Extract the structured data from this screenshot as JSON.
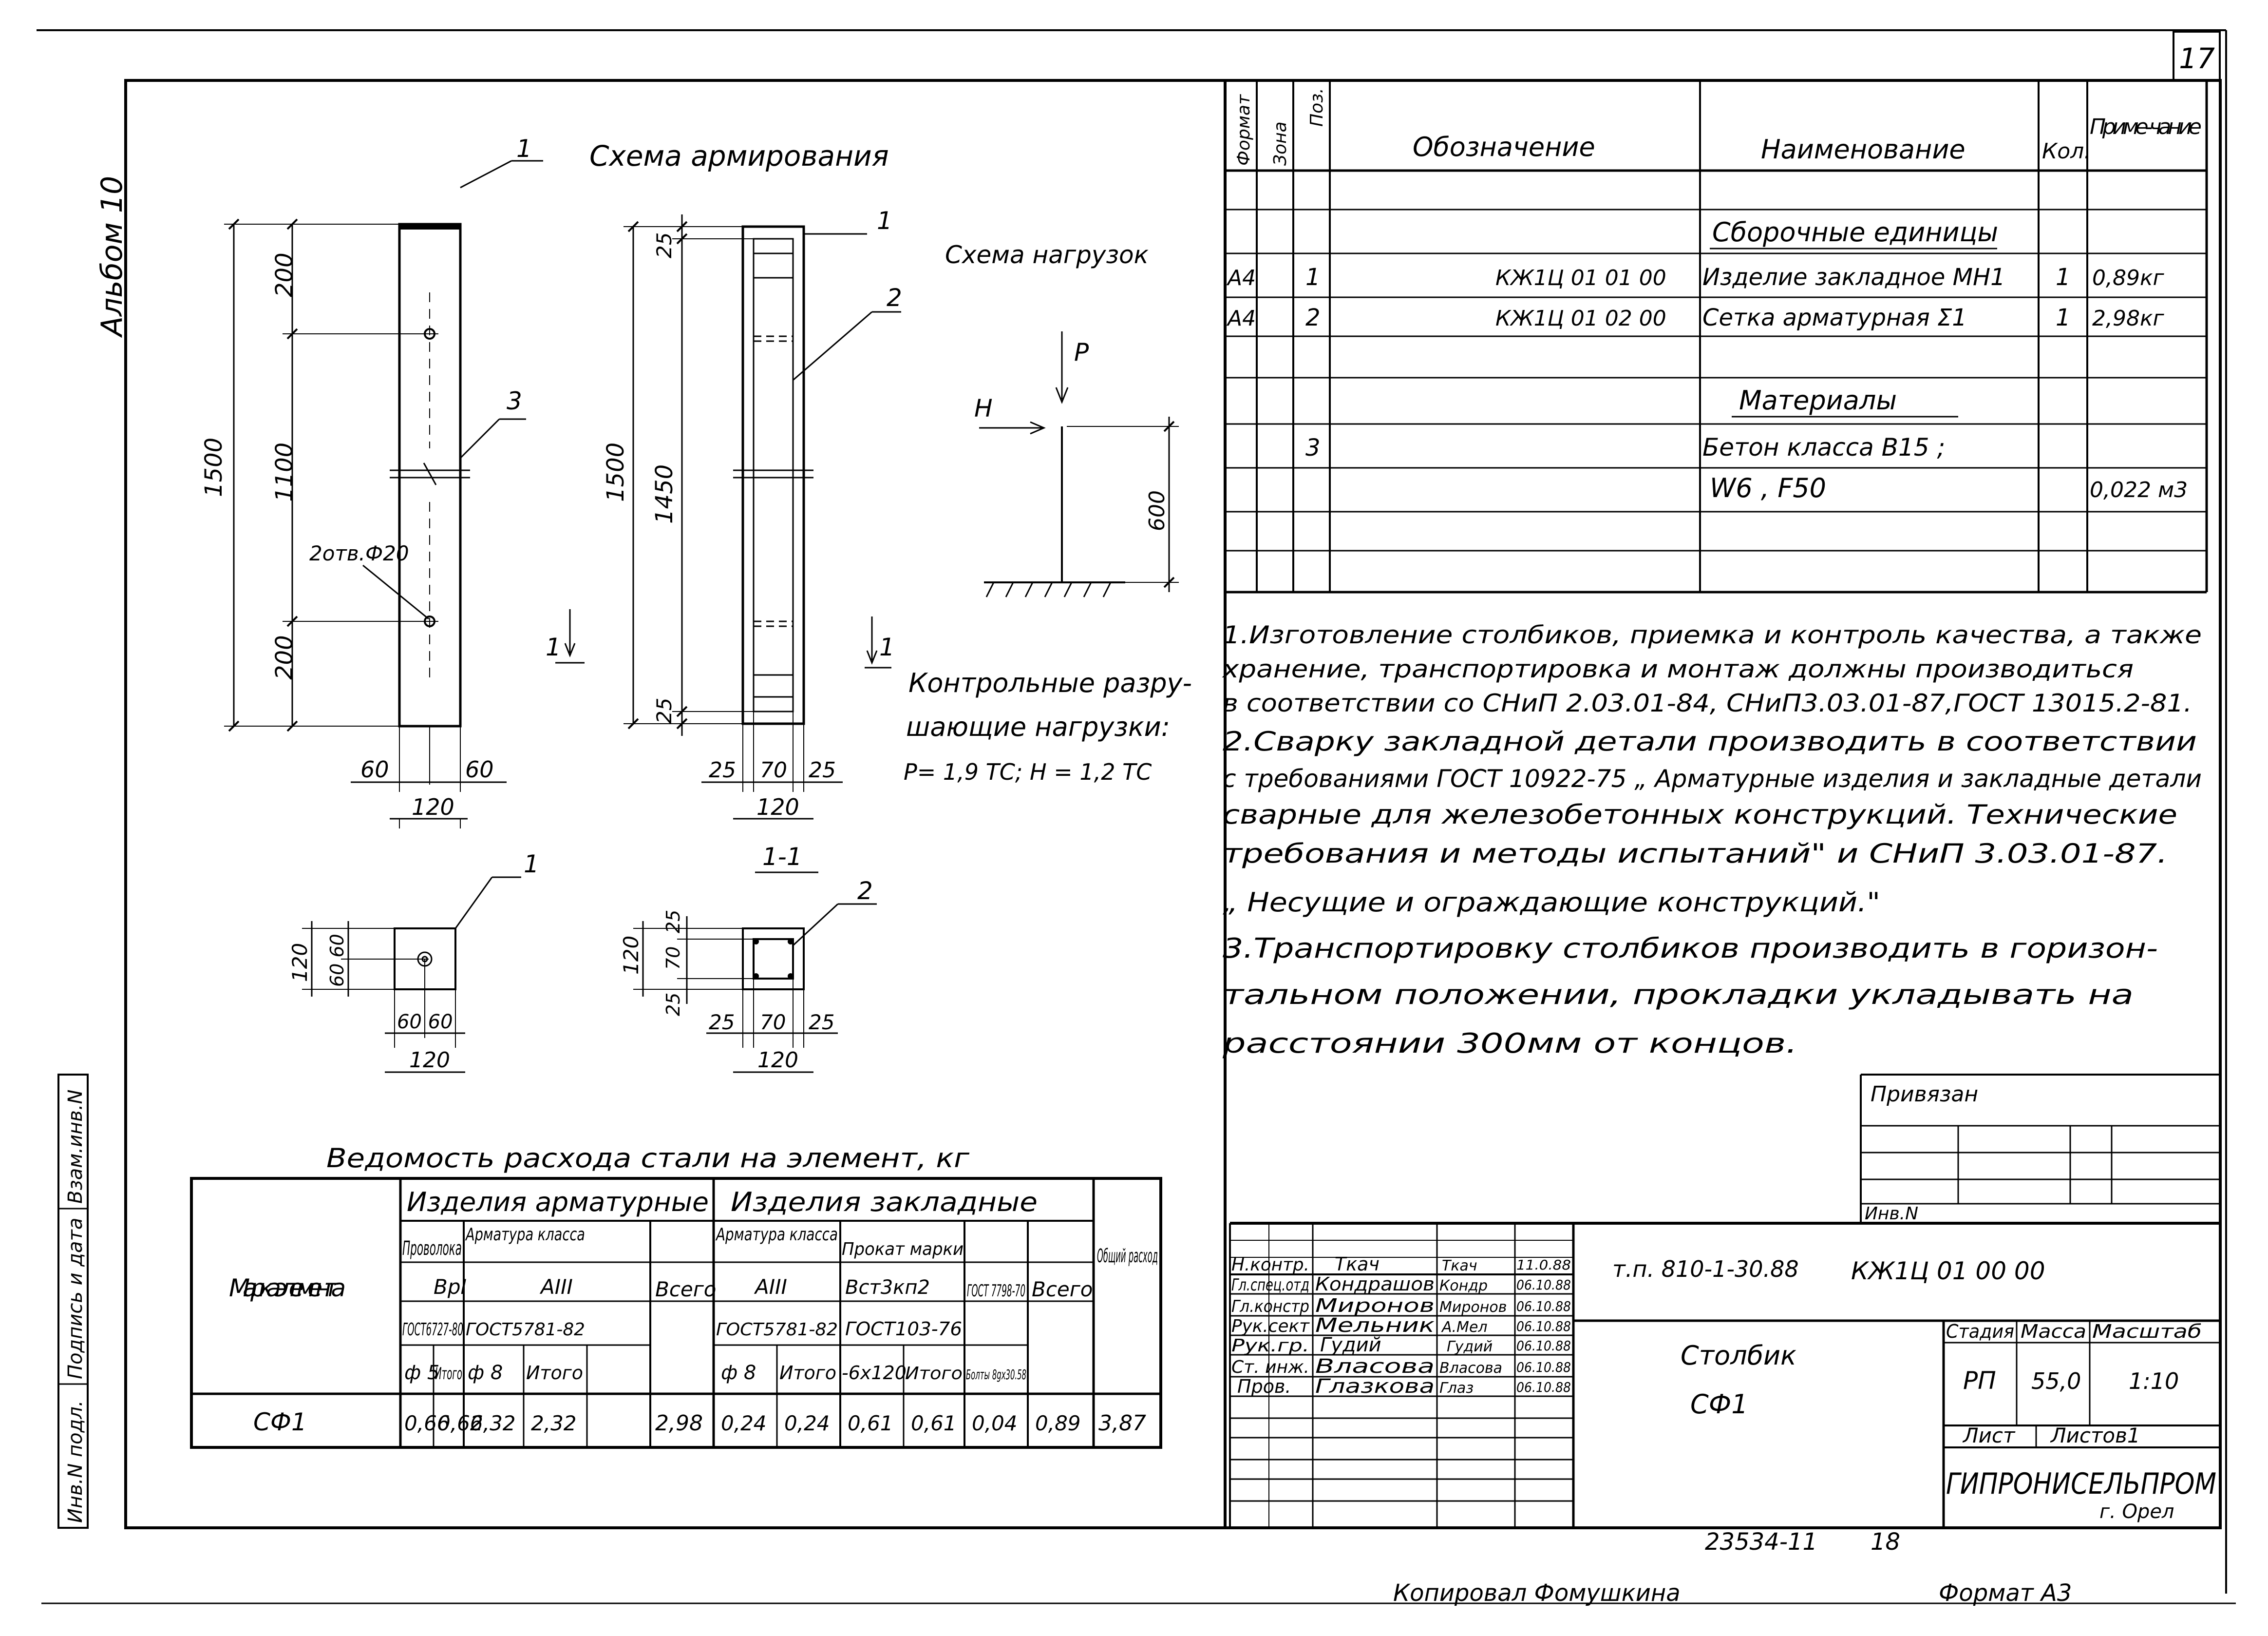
{
  "sheet_number": "17",
  "album_label": "Альбом 10",
  "reinforcement_scheme": {
    "title": "Схема армирования",
    "dim_total_left": "1500",
    "dim_top_left": "200",
    "dim_mid_left": "1100",
    "dim_bot_left": "200",
    "holes_label": "2отв.Ф20",
    "dim_60_a": "60",
    "dim_60_b": "60",
    "dim_width_left": "120",
    "dim_total_right": "1500",
    "dim_inner_right": "1450",
    "dim_25_top": "25",
    "dim_25_bot": "25",
    "dim_25_a": "25",
    "dim_70": "70",
    "dim_25_b": "25",
    "dim_width_right": "120",
    "pos_1_a": "1",
    "pos_2_a": "2",
    "pos_3": "3",
    "pos_1_b": "1",
    "pos_2_b": "2",
    "cut_1_left": "1",
    "cut_1_right": "1"
  },
  "load_scheme": {
    "title": "Схема нагрузок",
    "label_p": "P",
    "label_h": "H",
    "dim_height": "600",
    "control_loads_title_1": "Контрольные разру-",
    "control_loads_title_2": "шающие нагрузки:",
    "control_loads_values": "Р= 1,9 ТС;  H = 1,2 ТС"
  },
  "plan_views": {
    "plan_120": "120",
    "plan_60_60_v": "60 60",
    "plan_60_60_h": "60 60",
    "plan_120_h": "120",
    "section_title": "1-1",
    "sec_120_v": "120",
    "sec_25_top": "25",
    "sec_70_v": "70",
    "sec_25_bot": "25",
    "sec_25_a": "25",
    "sec_70_h": "70",
    "sec_25_b": "25",
    "sec_120_h": "120"
  },
  "spec_table": {
    "headers": {
      "format": "Формат",
      "zone": "Зона",
      "pos": "Поз.",
      "designation": "Обозначение",
      "name": "Наименование",
      "qty": "Кол.",
      "note": "Приме-чание"
    },
    "assemblies_title": "Сборочные единицы",
    "rows": [
      {
        "format": "А4",
        "pos": "1",
        "designation": "КЖ1Ц 01 01 00",
        "name": "Изделие закладное МН1",
        "qty": "1",
        "note": "0,89кг"
      },
      {
        "format": "А4",
        "pos": "2",
        "designation": "КЖ1Ц 01 02 00",
        "name": "Сетка арматурная Σ1",
        "qty": "1",
        "note": "2,98кг"
      }
    ],
    "materials_title": "Материалы",
    "material_pos": "3",
    "material_name_1": "Бетон класса В15 ;",
    "material_name_2": "W6 , F50",
    "material_note": "0,022 м3"
  },
  "notes": [
    "1.Изготовление столбиков, приемка и контроль качества, а также",
    "хранение, транспортировка и монтаж должны производиться",
    "в соответствии со СНиП 2.03.01-84, СНиП3.03.01-87,ГОСТ 13015.2-81.",
    "2.Сварку закладной детали производить в соответствии",
    "с требованиями ГОСТ 10922-75 „ Арматурные изделия и закладные детали",
    "сварные для железобетонных конструкций. Технические",
    "требования и методы испытаний\" и СНиП 3.03.01-87.",
    "„ Несущие и ограждающие конструкций.\"",
    "3.Транспортировку столбиков производить в горизон-",
    "тальном положении, прокладки укладывать на",
    "расстоянии 300мм от концов."
  ],
  "steel_table": {
    "title": "Ведомость расхода стали на элемент, кг",
    "mark_header": "Марка элемента",
    "rebar_group": "Изделия арматурные",
    "embedded_group": "Изделия закладные",
    "total_header": "Общий расход",
    "wire": "Проволока",
    "rebar_class": "Арматура класса",
    "rebar_class_2": "Арматура класса",
    "rolled": "Прокат марки",
    "gost_7798": "ГОСТ 7798-70",
    "vsego_1": "Всего",
    "vsego_2": "Всего",
    "bp1": "ВрI",
    "a3_1": "АIII",
    "a3_2": "АIII",
    "vst": "Вст3кп2",
    "gost_6727": "ГОСТ6727-80",
    "gost_5781_1": "ГОСТ5781-82",
    "gost_5781_2": "ГОСТ5781-82",
    "gost_103": "ГОСТ103-76",
    "d5": "ф 5",
    "itogo_1": "Итого",
    "d8_1": "ф 8",
    "itogo_2": "Итого",
    "d8_2": "ф 8",
    "itogo_3": "Итого",
    "strip": "-6х120",
    "itogo_4": "Итого",
    "bolts": "Болты 8gх30.58",
    "row": {
      "mark": "СФ1",
      "values": [
        "0,66",
        "0,66",
        "2,32",
        "2,32",
        "2,98",
        "0,24",
        "0,24",
        "0,61",
        "0,61",
        "0,04",
        "0,89",
        "3,87"
      ]
    }
  },
  "side_stamp": {
    "inv_podl": "Инв.N подл.",
    "podpis": "Подпись и дата",
    "vzamen": "Взам.инв.N"
  },
  "title_block": {
    "privyazan": "Привязан",
    "inv_n": "Инв.N",
    "project_code": "т.п. 810-1-30.88",
    "doc_code": "КЖ1Ц 01 00 00",
    "signatures": [
      {
        "role": "Н.контр.",
        "name": "Ткач",
        "date": "11.0.88"
      },
      {
        "role": "Гл.спец.отд",
        "name": "Кондрашов",
        "date": "06.10.88"
      },
      {
        "role": "Гл.констр",
        "name": "Миронов",
        "date": "06.10.88"
      },
      {
        "role": "Рук.сект",
        "name": "Мельник",
        "date": "06.10.88"
      },
      {
        "role": "Рук.гр.",
        "name": "Гудий",
        "date": "06.10.88"
      },
      {
        "role": "Ст. инж.",
        "name": "Власова",
        "date": "06.10.88"
      },
      {
        "role": "Пров.",
        "name": "Глазкова",
        "date": "06.10.88"
      }
    ],
    "sig_marks": [
      "Ткач",
      "Кондр",
      "Миронов",
      "А.Мел",
      "Гудий",
      "Власова",
      "Глаз"
    ],
    "element_name_1": "Столбик",
    "element_name_2": "СФ1",
    "stage_label": "Стадия",
    "mass_label": "Масса",
    "scale_label": "Масштаб",
    "stage": "РП",
    "mass": "55,0",
    "scale": "1:10",
    "sheet_label": "Лист",
    "sheets_label": "Листов1",
    "org": "ГИПРОНИСЕЛЬПРОМ",
    "city": "г. Орел"
  },
  "footer": {
    "archive_number": "23534-11",
    "page": "18",
    "copied": "Копировал Фомушкина",
    "format": "Формат А3"
  }
}
